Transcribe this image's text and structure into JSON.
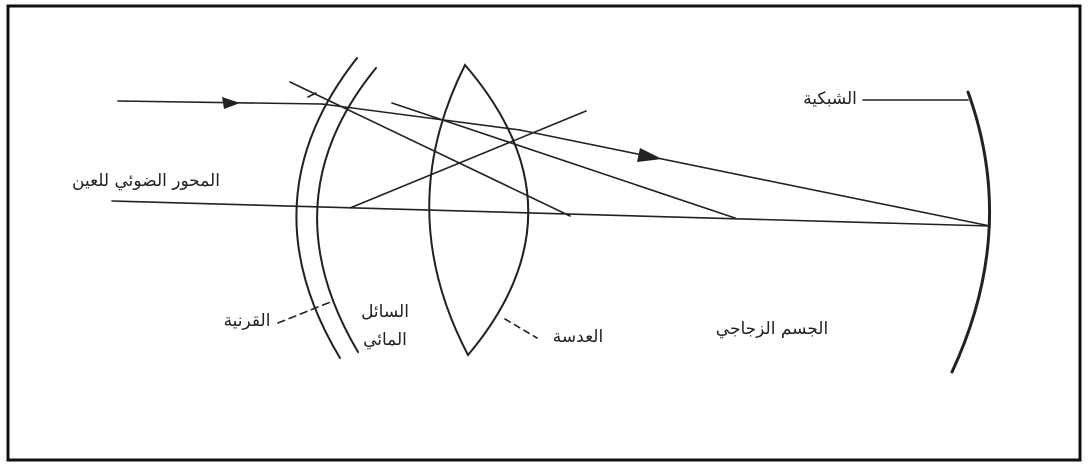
{
  "labels": {
    "optical_axis": "المحور الضوئي للعين",
    "retina": "الشبكية",
    "cornea": "القرنية",
    "aqueous_line1": "السائل",
    "aqueous_line2": "المائي",
    "lens": "العدسة",
    "vitreous": "الجسم الزجاجي"
  },
  "colors": {
    "ink": "#222222",
    "frame": "#111111",
    "background": "#ffffff"
  }
}
